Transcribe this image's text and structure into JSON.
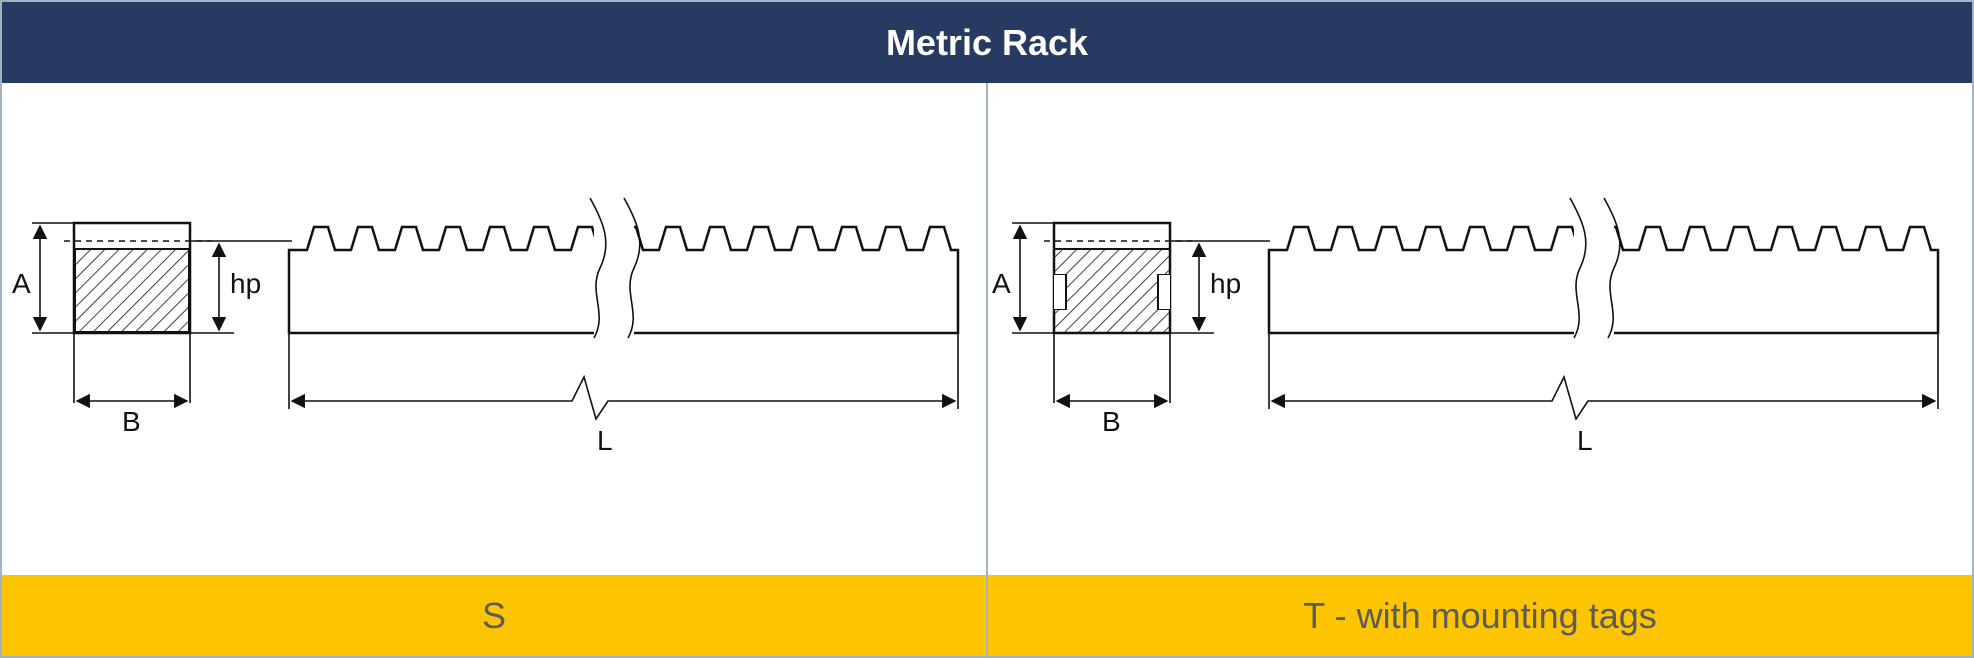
{
  "header": {
    "title": "Metric Rack"
  },
  "panels": [
    {
      "id": "S",
      "footer_label": "S",
      "dim_labels": {
        "A": "A",
        "hp": "hp",
        "B": "B",
        "L": "L"
      }
    },
    {
      "id": "T",
      "footer_label": "T - with mounting tags",
      "dim_labels": {
        "A": "A",
        "hp": "hp",
        "B": "B",
        "L": "L"
      }
    }
  ],
  "colors": {
    "header_bg": "#263a62",
    "footer_bg": "#fcc401",
    "footer_text": "#5b5b5b",
    "divider": "#a3b3c6"
  }
}
